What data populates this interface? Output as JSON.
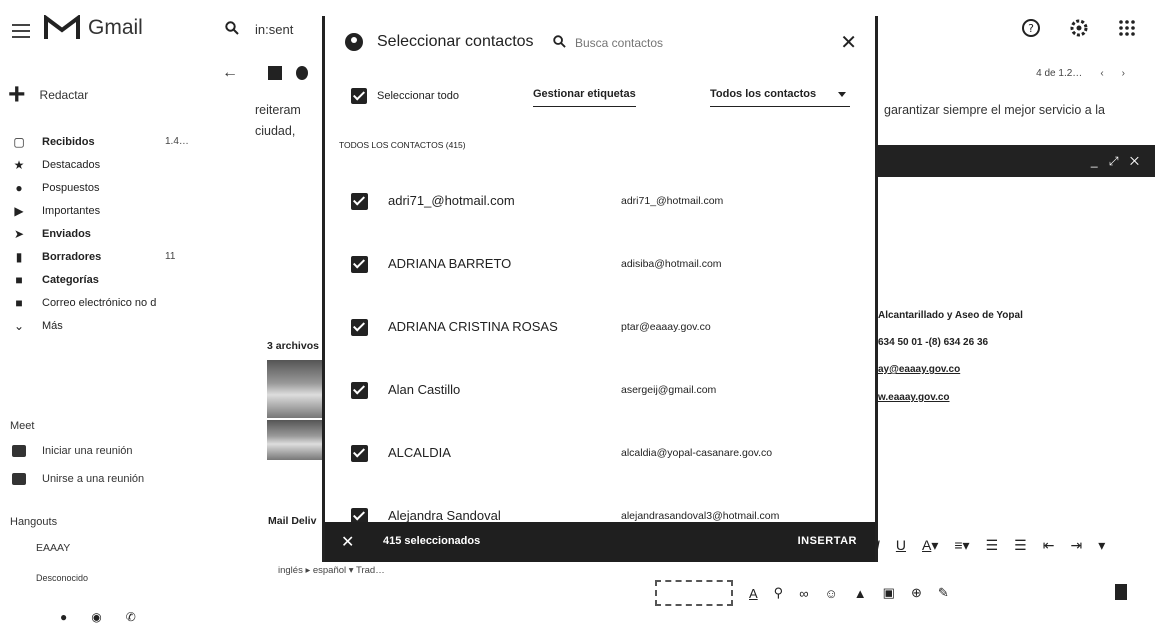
{
  "app": {
    "name": "Gmail"
  },
  "search": {
    "query": "in:sent"
  },
  "sidebar": {
    "compose_label": "Redactar",
    "items": [
      {
        "label": "Recibidos",
        "count": "1.4…",
        "icon": "inbox-icon",
        "bold": true
      },
      {
        "label": "Destacados",
        "count": "",
        "icon": "star-icon",
        "bold": false
      },
      {
        "label": "Pospuestos",
        "count": "",
        "icon": "clock-icon",
        "bold": false
      },
      {
        "label": "Importantes",
        "count": "",
        "icon": "important-icon",
        "bold": false
      },
      {
        "label": "Enviados",
        "count": "",
        "icon": "send-icon",
        "bold": true
      },
      {
        "label": "Borradores",
        "count": "11",
        "icon": "draft-icon",
        "bold": true
      },
      {
        "label": "Categorías",
        "count": "",
        "icon": "label-icon",
        "bold": true
      },
      {
        "label": "Correo electrónico no d",
        "count": "",
        "icon": "label-icon",
        "bold": false
      },
      {
        "label": "Más",
        "count": "",
        "icon": "chevron-down-icon",
        "bold": false
      }
    ],
    "meet_heading": "Meet",
    "meet_items": [
      "Iniciar una reunión",
      "Unirse a una reunión"
    ],
    "hangouts_heading": "Hangouts",
    "hangout_users": [
      "EAAAY",
      "Desconocido"
    ]
  },
  "background": {
    "line1": "reiteram",
    "line2": "ciudad,",
    "line1_right": "garantizar siempre el mejor servicio a la",
    "pager": "4 de 1.2…",
    "attachments": "3 archivos",
    "mail_delivery": "Mail Deliv",
    "translate_bar": "inglés  ▸  español ▾   Trad…",
    "signature": [
      {
        "text": "Alcantarillado y Aseo de Yopal",
        "link": false
      },
      {
        "text": "634 50 01 -(8) 634 26 36",
        "link": false
      },
      {
        "text": "ay@eaaay.gov.co",
        "link": true
      },
      {
        "text": "w.eaaay.gov.co",
        "link": true
      }
    ]
  },
  "dialog": {
    "title": "Seleccionar contactos",
    "search_placeholder": "Busca contactos",
    "select_all_label": "Seleccionar todo",
    "manage_labels": "Gestionar etiquetas",
    "contacts_filter": "Todos los contactos",
    "section_label": "TODOS LOS CONTACTOS (415)",
    "contacts": [
      {
        "name": "adri71_@hotmail.com",
        "email": "adri71_@hotmail.com",
        "checked": true
      },
      {
        "name": "ADRIANA BARRETO",
        "email": "adisiba@hotmail.com",
        "checked": true
      },
      {
        "name": "ADRIANA CRISTINA ROSAS",
        "email": "ptar@eaaay.gov.co",
        "checked": true
      },
      {
        "name": "Alan Castillo",
        "email": "asergeij@gmail.com",
        "checked": true
      },
      {
        "name": "ALCALDIA",
        "email": "alcaldia@yopal-casanare.gov.co",
        "checked": true
      },
      {
        "name": "Alejandra Sandoval",
        "email": "alejandrasandoval3@hotmail.com",
        "checked": true
      }
    ],
    "selected_count": "415 seleccionados",
    "insert_label": "INSERTAR"
  }
}
